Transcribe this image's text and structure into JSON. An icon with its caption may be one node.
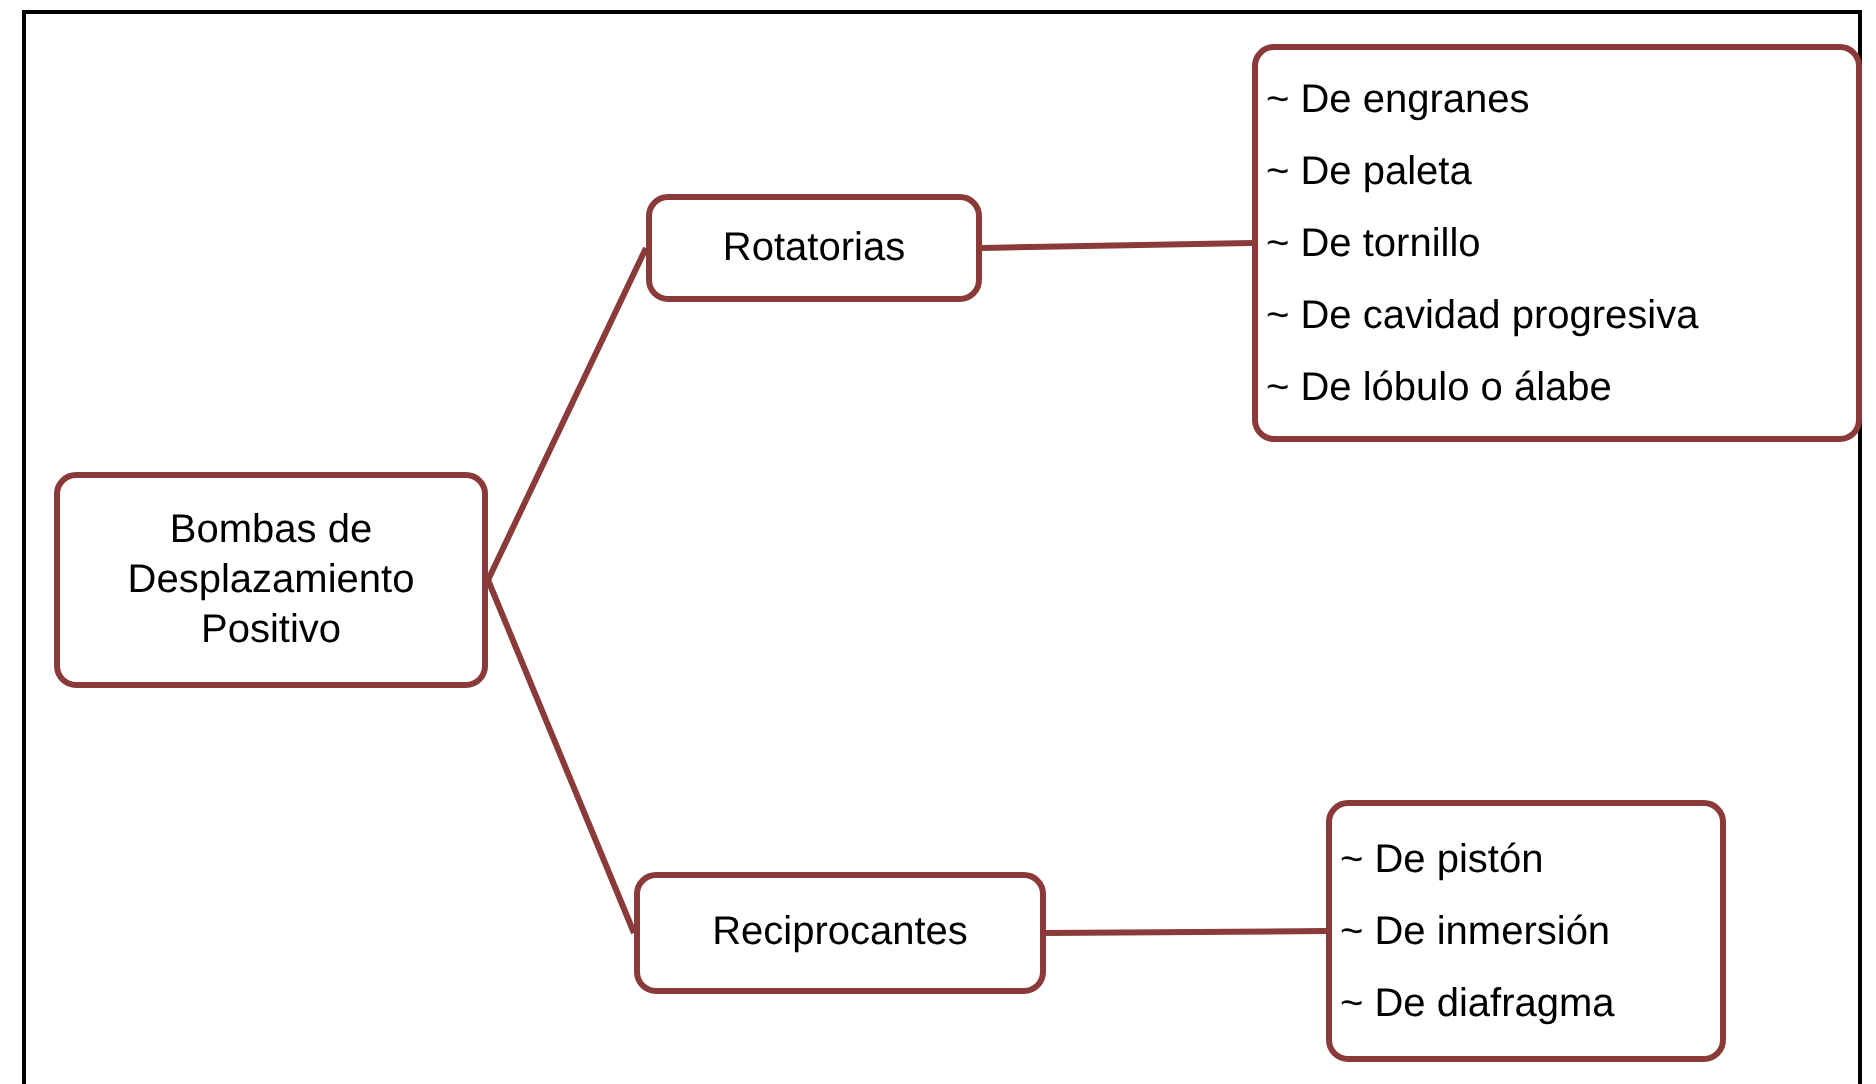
{
  "diagram": {
    "nodes": [
      {
        "text": [
          "Bombas de Desplazamiento Positivo"
        ]
      },
      {
        "text": [
          "Rotatorias"
        ]
      },
      {
        "text": [
          "~ De engranes",
          "~ De paleta",
          "~ De tornillo",
          "~ De cavidad progresiva",
          "~ De lóbulo o álabe"
        ]
      },
      {
        "text": [
          "Reciprocantes"
        ]
      },
      {
        "text": [
          "~ De pistón",
          "~ De inmersión",
          "~ De diafragma"
        ]
      }
    ],
    "edges": [
      {
        "from": 0,
        "to": 1,
        "arrow": "none"
      },
      {
        "from": 0,
        "to": 3,
        "arrow": "none"
      },
      {
        "from": 1,
        "to": 2,
        "arrow": "none"
      },
      {
        "from": 3,
        "to": 4,
        "arrow": "none"
      }
    ]
  }
}
